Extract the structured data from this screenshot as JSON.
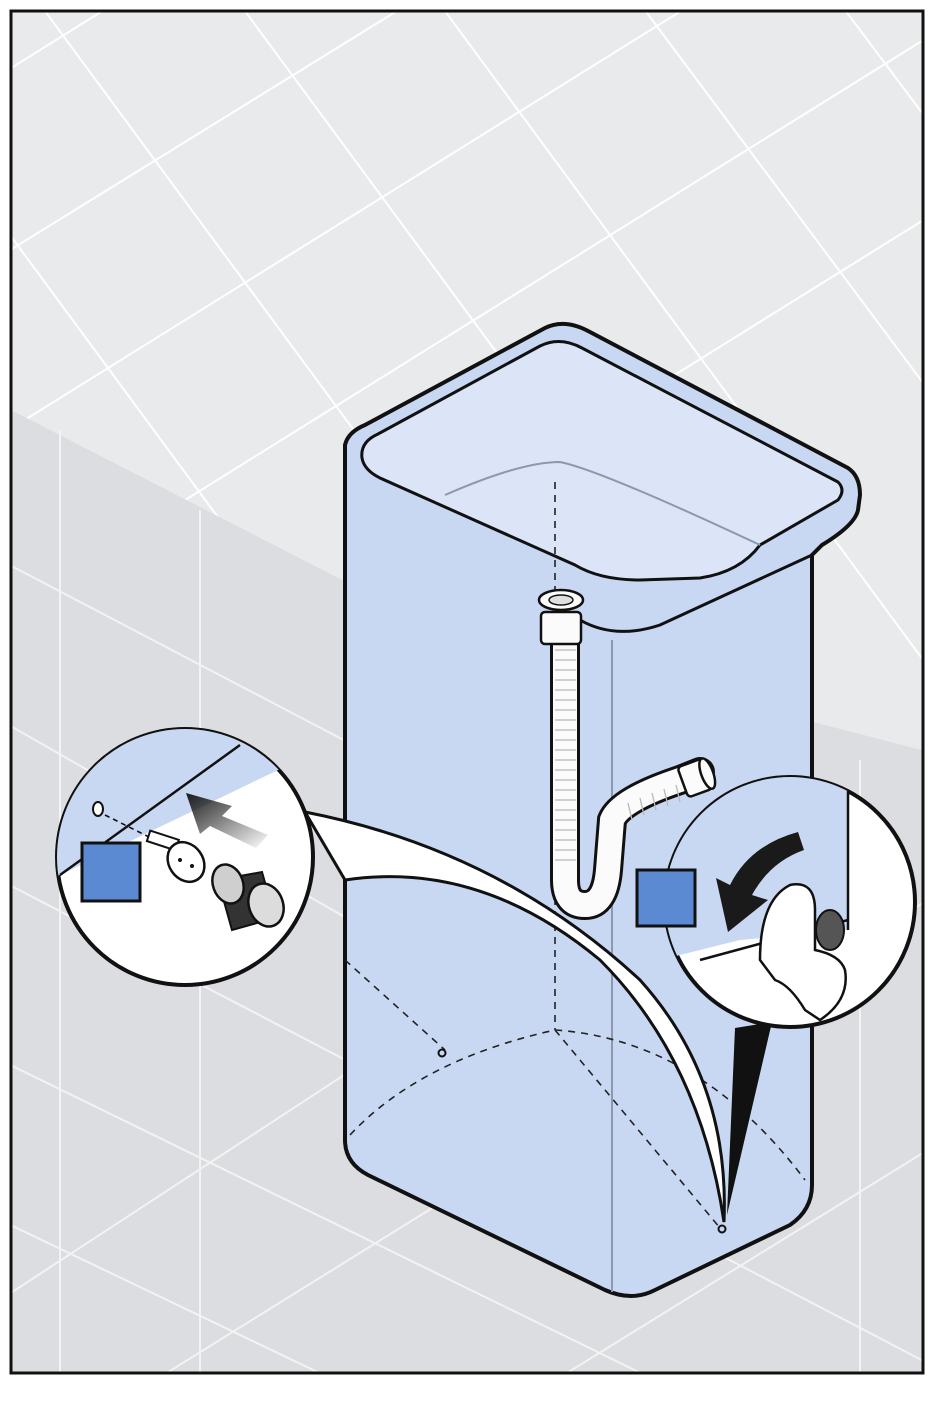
{
  "diagram": {
    "type": "installation-illustration",
    "subject": "tank-with-drain-hose",
    "callouts": [
      {
        "id": "left",
        "marker_color": "#5b8ad2",
        "label": ""
      },
      {
        "id": "right",
        "marker_color": "#5b8ad2",
        "label": ""
      }
    ]
  },
  "colors": {
    "wall": "#e9eaeb",
    "floor": "#dcdde0",
    "tile_line": "#ffffff",
    "tank_fill": "#c9d8f2",
    "hose": "#ffffff",
    "outline": "#111111",
    "marker": "#5b8ad2",
    "arrow": "#1a1a1a"
  }
}
